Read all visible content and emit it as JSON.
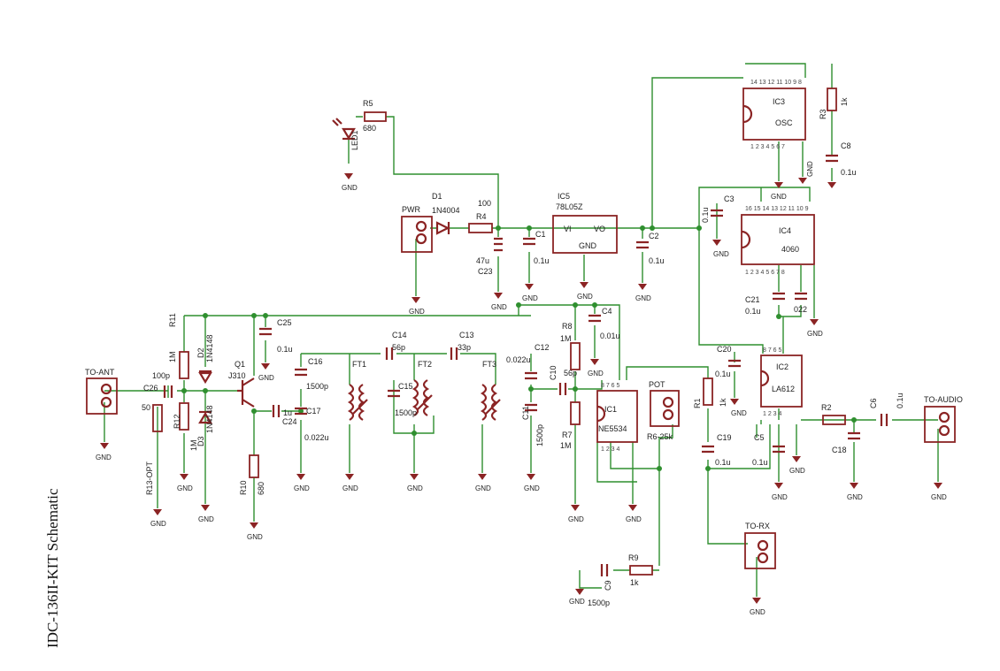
{
  "title": "IDC-136II-KIT Schematic",
  "gnd_label": "GND",
  "parts": {
    "r5": "R5",
    "r5v": "680",
    "led": "LED1",
    "pwr": "PWR",
    "d1": "D1",
    "d1v": "1N4004",
    "r4": "R4",
    "r4v": "100",
    "c23v": "47u",
    "c23": "C23",
    "c1": "C1",
    "c1v": "0.1u",
    "ic5": "IC5",
    "ic5v": "78L05Z",
    "vi": "VI",
    "vo": "VO",
    "ic5g": "GND",
    "c2": "C2",
    "c2v": "0.1u",
    "ic3": "IC3",
    "ic3v": "OSC",
    "r3": "R3",
    "r3v": "1k",
    "c8": "C8",
    "c8v": "0.1u",
    "ic4": "IC4",
    "ic4v": "4060",
    "c3": "C3",
    "c3v": "0.1u",
    "c21": "C21",
    "c21v": "0.1u",
    "c22v": "022",
    "r11": "R11",
    "r11v": "1M",
    "c25": "C25",
    "c25v": "0.1u",
    "d2": "D2",
    "d2v": "1N4148",
    "d3": "D3",
    "d3v": "1N4148",
    "q1": "Q1",
    "q1v": "J310",
    "toant": "TO-ANT",
    "c26": "C26",
    "c26v": "100p",
    "r13v": "50",
    "r13": "R13-OPT",
    "r12": "R12",
    "r12v": "1M",
    "r10": "R10",
    "r10v": "680",
    "c16": "C16",
    "c16v": "1500p",
    "c17": "C17",
    "c24": "C24",
    "c24v": "1u",
    "c17v": "0.022u",
    "ft1": "FT1",
    "c14": "C14",
    "c14v": "56p",
    "c15": "C15",
    "c15v": "1500p",
    "ft2": "FT2",
    "c13": "C13",
    "c13v": "33p",
    "ft3": "FT3",
    "c12": "C12",
    "c12v": "0.022u",
    "c11": "C11",
    "c11v": "1500p",
    "c10": "C10",
    "c10v": "56p",
    "r8": "R8",
    "r8v": "1M",
    "r7": "R7",
    "r7v": "1M",
    "c4": "C4",
    "c4v": "0.01u",
    "ic1": "IC1",
    "ic1v": "NE5534",
    "pot": "POT",
    "r6": "R6-25k",
    "r1": "R1",
    "r1v": "1k",
    "c19": "C19",
    "c19v": "0.1u",
    "c20": "C20",
    "c20v": "0.1u",
    "ic2": "IC2",
    "ic2v": "LA612",
    "c5": "C5",
    "c5v": "0.1u",
    "r2": "R2",
    "c18": "C18",
    "c6": "C6",
    "c6v": "0.1u",
    "toaudio": "TO-AUDIO",
    "torx": "TO-RX",
    "r9": "R9",
    "r9v": "1k",
    "c9": "C9",
    "c9v": "1500p"
  }
}
